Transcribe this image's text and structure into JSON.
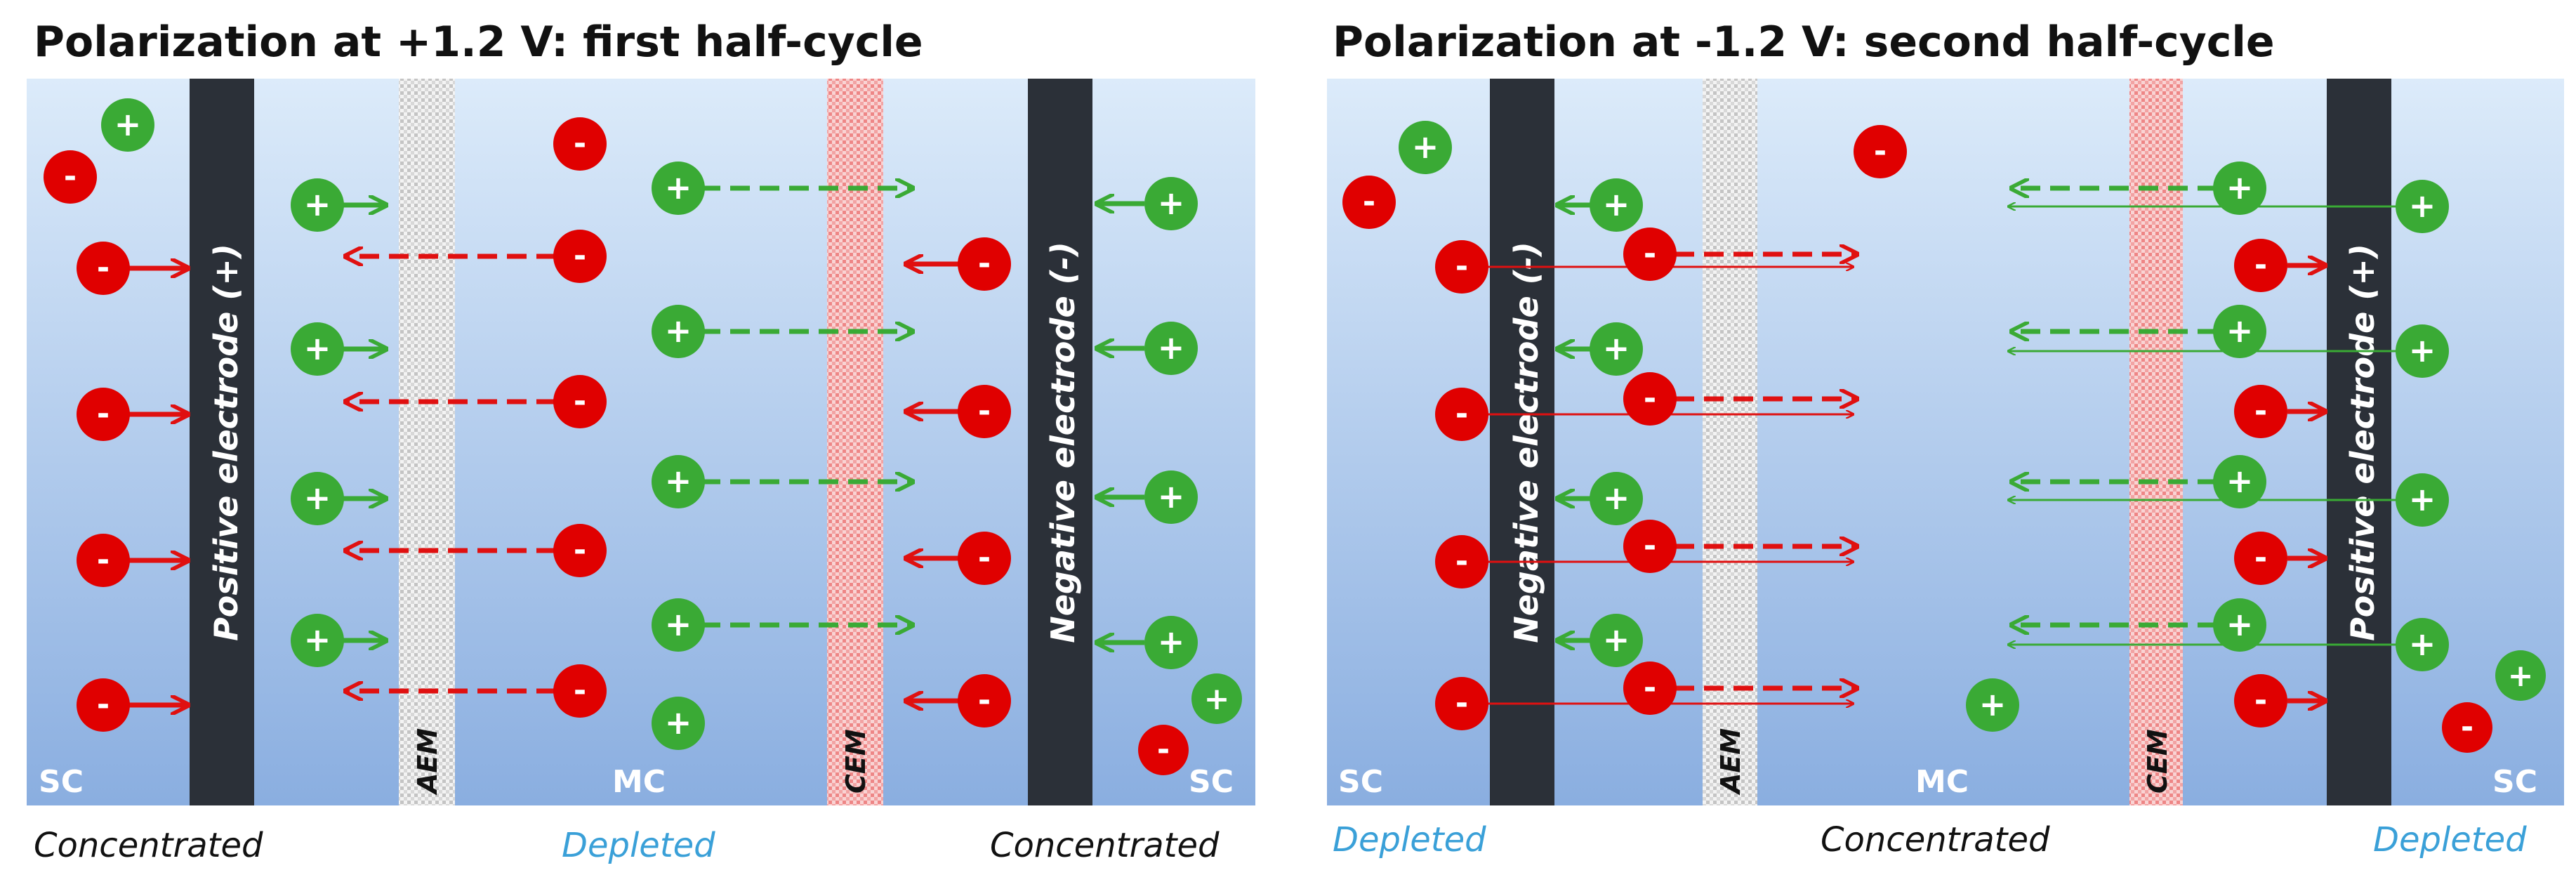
{
  "panels": [
    {
      "title": "Polarization at +1.2 V: first half-cycle",
      "left_electrode": "Positive electrode (+)",
      "right_electrode": "Negative electrode (-)",
      "left_membrane": "AEM",
      "right_membrane": "CEM",
      "region_left": "SC",
      "region_mid": "MC",
      "region_right": "SC",
      "status_left": "Concentrated",
      "status_mid": "Depleted",
      "status_right": "Concentrated"
    },
    {
      "title": "Polarization at -1.2 V: second half-cycle",
      "left_electrode": "Negative electrode (-)",
      "right_electrode": "Positive electrode (+)",
      "left_membrane": "AEM",
      "right_membrane": "CEM",
      "region_left": "SC",
      "region_mid": "MC",
      "region_right": "SC",
      "status_left": "Depleted",
      "status_mid": "Concentrated",
      "status_right": "Depleted"
    }
  ],
  "ion_symbols": {
    "cation": "+",
    "anion": "-"
  },
  "colors": {
    "panel_top": "#dcebfa",
    "panel_bottom": "#8aaee0",
    "electrode": "#2b3038",
    "anion": "#e00000",
    "cation": "#3aaa35",
    "arrow_red": "#e01010",
    "arrow_green": "#3aaa35",
    "depleted_label": "#3aa0d8",
    "concentrated_label": "#111111"
  },
  "icons": [
    "anion-ion-icon",
    "cation-ion-icon",
    "arrow-icon"
  ]
}
